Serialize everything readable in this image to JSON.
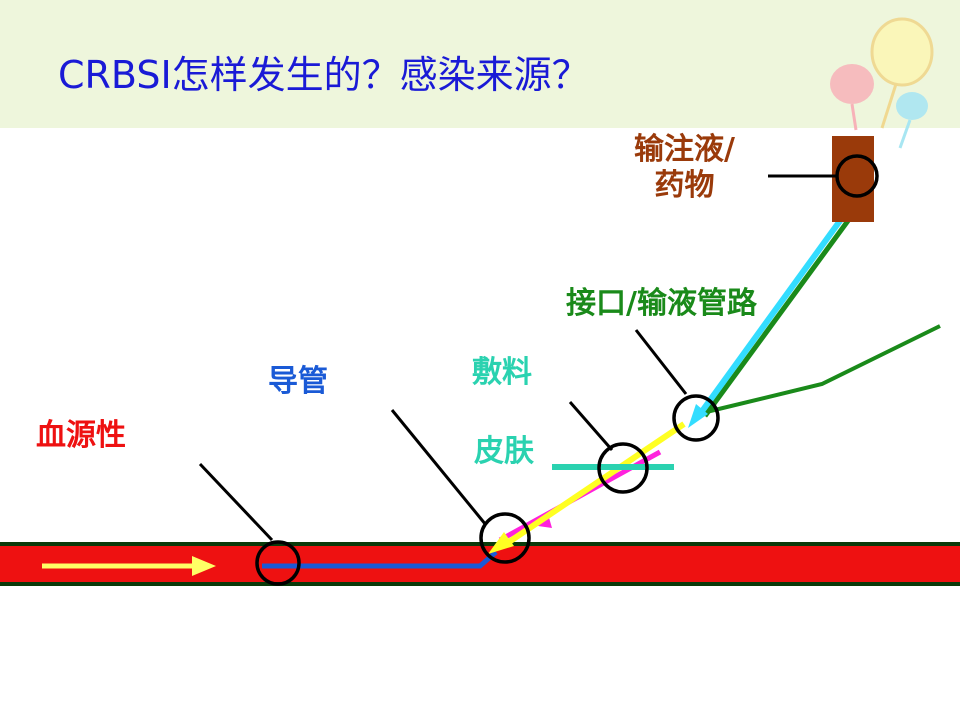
{
  "slide": {
    "title": "CRBSI怎样发生的？感染来源？",
    "header_bg": "#eef6dc",
    "title_color": "#1a1ad6"
  },
  "labels": {
    "blood": "血源性",
    "catheter": "导管",
    "dressing": "敷料",
    "skin": "皮肤",
    "hub": "接口/输液管路",
    "fluid_line1": "输注液/",
    "fluid_line2": "药物"
  },
  "colors": {
    "blood": "#ee1111",
    "catheter": "#1a5ad6",
    "dressing": "#2ad2b0",
    "skin": "#2ad2b0",
    "hub": "#1a8a1a",
    "fluid": "#9a3a0a",
    "vessel_border": "#0a3a0a",
    "flow_arrow": "#ffff66",
    "iv_line": "#33ddff",
    "magenta_line": "#ff22dd",
    "yellow_line": "#ffff22"
  },
  "decor": [
    "balloon-icon-pink",
    "balloon-icon-yellow",
    "balloon-icon-cyan"
  ]
}
